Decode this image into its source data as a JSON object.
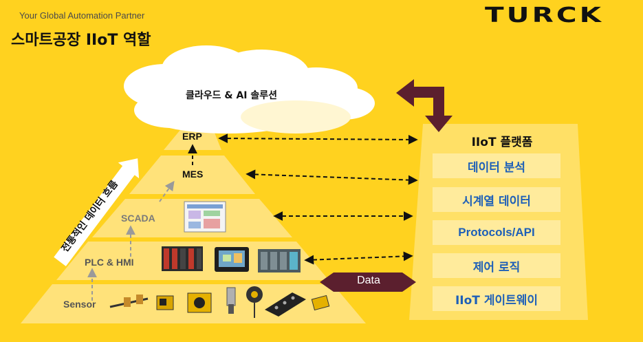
{
  "header": {
    "tagline": "Your Global Automation Partner",
    "title": "스마트공장 IIoT 역할",
    "logo": "TURCK"
  },
  "cloud": {
    "label": "클라우드 & AI 솔루션"
  },
  "pyramid": {
    "levels": [
      "ERP",
      "MES",
      "SCADA",
      "PLC & HMI",
      "Sensor"
    ]
  },
  "traditional_flow": {
    "label": "전통적인 데이터 흐름"
  },
  "platform": {
    "title": "IIoT 플랫폼",
    "items": [
      "데이터 분석",
      "시계열 데이터",
      "Protocols/API",
      "제어 로직",
      "IIoT 게이트웨이"
    ]
  },
  "data_arrow": {
    "label": "Data"
  },
  "colors": {
    "background": "#FFD21F",
    "pyramid_fill": "#FFE27A",
    "panel_fill": "#FFE066",
    "box_fill": "#FFEB9C",
    "box_text": "#1d5fb8",
    "arrow_maroon": "#5B1F2E"
  }
}
